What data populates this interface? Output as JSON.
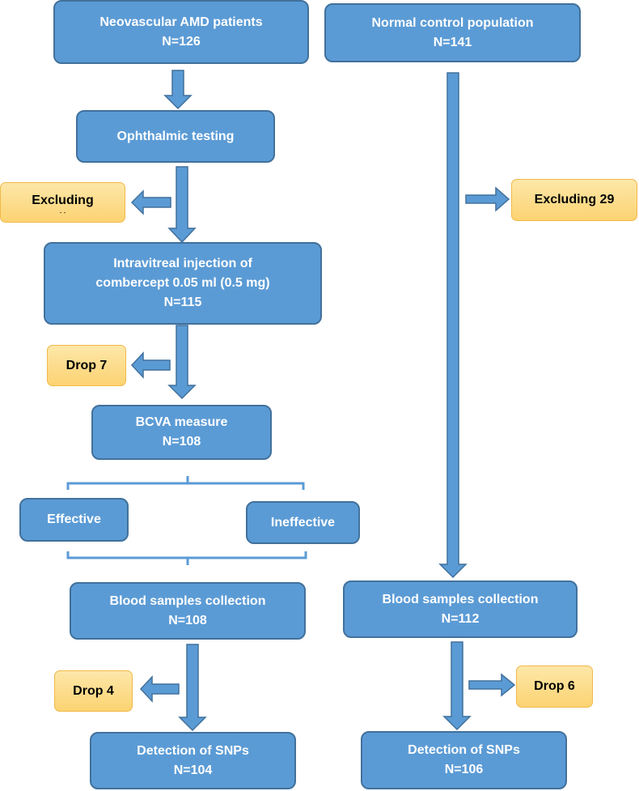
{
  "left_column": {
    "amd_patients": {
      "title": "Neovascular AMD patients",
      "count": "N=126"
    },
    "ophthalmic_testing": {
      "title": "Ophthalmic testing"
    },
    "excluding": {
      "label": "Excluding",
      "sub": "- -"
    },
    "injection": {
      "line1": "Intravitreal injection of",
      "line2": "combercept 0.05 ml (0.5 mg)",
      "count": "N=115"
    },
    "drop1": {
      "label": "Drop 7"
    },
    "bcva": {
      "title": "BCVA measure",
      "count": "N=108"
    },
    "effective": {
      "label": "Effective"
    },
    "ineffective": {
      "label": "Ineffective"
    },
    "blood": {
      "title": "Blood samples collection",
      "count": "N=108"
    },
    "drop2": {
      "label": "Drop 4"
    },
    "snp": {
      "title": "Detection of SNPs",
      "count": "N=104"
    }
  },
  "right_column": {
    "control": {
      "title": "Normal control population",
      "count": "N=141"
    },
    "excluding": {
      "label": "Excluding 29"
    },
    "blood": {
      "title": "Blood samples collection",
      "count": "N=112"
    },
    "drop": {
      "label": "Drop 6"
    },
    "snp": {
      "title": "Detection of SNPs",
      "count": "N=106"
    }
  },
  "colors": {
    "box_fill": "#5b9bd5",
    "box_border": "#41719c",
    "note_fill": "#fcd372",
    "note_border": "#f0b94a"
  }
}
